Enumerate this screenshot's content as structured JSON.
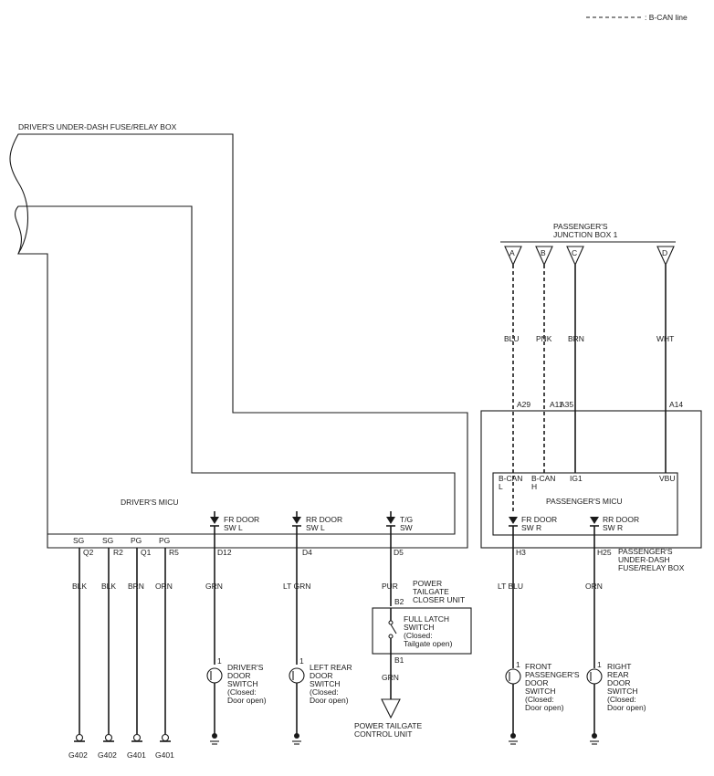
{
  "legend": {
    "text": ": B-CAN line"
  },
  "driver_fuse_box": {
    "label": "DRIVER'S UNDER-DASH FUSE/RELAY BOX"
  },
  "driver_micu": {
    "label": "DRIVER'S MICU",
    "grounds": [
      {
        "signal": "SG",
        "pin": "Q2",
        "wire": "BLK",
        "ground": "G402"
      },
      {
        "signal": "SG",
        "pin": "R2",
        "wire": "BLK",
        "ground": "G402"
      },
      {
        "signal": "PG",
        "pin": "Q1",
        "wire": "BRN",
        "ground": "G401"
      },
      {
        "signal": "PG",
        "pin": "R5",
        "wire": "ORN",
        "ground": "G401"
      }
    ],
    "switch_inputs": [
      {
        "label1": "FR DOOR",
        "label2": "SW L",
        "pin": "D12",
        "wire": "GRN"
      },
      {
        "label1": "RR DOOR",
        "label2": "SW L",
        "pin": "D4",
        "wire": "LT GRN"
      },
      {
        "label1": "T/G",
        "label2": "SW",
        "pin": "D5",
        "wire": "PUR"
      }
    ]
  },
  "door_switches_left": [
    {
      "pin": "1",
      "lines": [
        "DRIVER'S",
        "DOOR",
        "SWITCH",
        "(Closed:",
        "Door open)"
      ]
    },
    {
      "pin": "1",
      "lines": [
        "LEFT REAR",
        "DOOR",
        "SWITCH",
        "(Closed:",
        "Door open)"
      ]
    }
  ],
  "tailgate": {
    "unit_lines": [
      "POWER",
      "TAILGATE",
      "CLOSER UNIT"
    ],
    "pin_top": "B2",
    "pin_bottom": "B1",
    "switch_lines": [
      "FULL LATCH",
      "SWITCH",
      "(Closed:",
      "Tailgate open)"
    ],
    "wire_out": "GRN",
    "control_lines": [
      "POWER TAILGATE",
      "CONTROL UNIT"
    ]
  },
  "passenger_junction": {
    "label_lines": [
      "PASSENGER'S",
      "JUNCTION BOX 1"
    ],
    "connectors": [
      {
        "letter": "A",
        "wire": "BLU",
        "pin": "A29",
        "micu_label1": "B-CAN",
        "micu_label2": "L",
        "can": true
      },
      {
        "letter": "B",
        "wire": "PNK",
        "pin": "A11",
        "micu_label1": "B-CAN",
        "micu_label2": "H",
        "can": true
      },
      {
        "letter": "C",
        "wire": "BRN",
        "pin": "A35",
        "micu_label1": "IG1",
        "micu_label2": "",
        "can": false
      },
      {
        "letter": "D",
        "wire": "WHT",
        "pin": "A14",
        "micu_label1": "VBU",
        "micu_label2": "",
        "can": false
      }
    ]
  },
  "passenger_micu": {
    "label": "PASSENGER'S MICU",
    "box_label_lines": [
      "PASSENGER'S",
      "UNDER-DASH",
      "FUSE/RELAY BOX"
    ],
    "switch_inputs": [
      {
        "label1": "FR DOOR",
        "label2": "SW R",
        "pin": "H3",
        "wire": "LT BLU"
      },
      {
        "label1": "RR DOOR",
        "label2": "SW R",
        "pin": "H25",
        "wire": "ORN"
      }
    ]
  },
  "door_switches_right": [
    {
      "pin": "1",
      "lines": [
        "FRONT",
        "PASSENGER'S",
        "DOOR",
        "SWITCH",
        "(Closed:",
        "Door open)"
      ]
    },
    {
      "pin": "1",
      "lines": [
        "RIGHT",
        "REAR",
        "DOOR",
        "SWITCH",
        "(Closed:",
        "Door open)"
      ]
    }
  ]
}
